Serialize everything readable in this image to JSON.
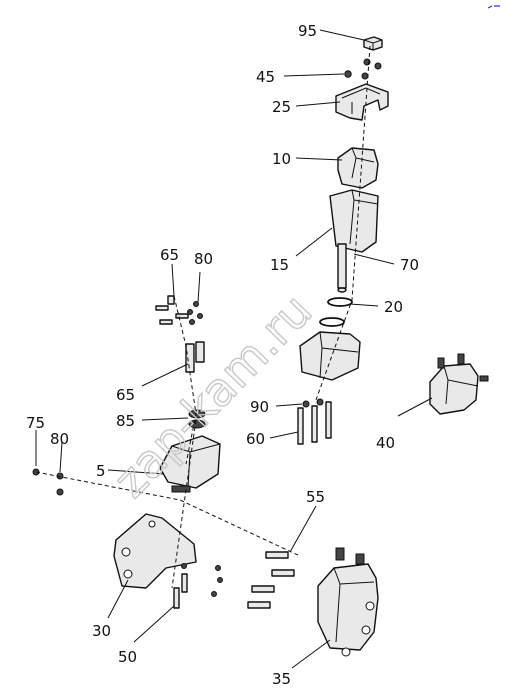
{
  "watermark": "zap-kam.ru",
  "parts": [
    {
      "id": "p95",
      "label": "95"
    },
    {
      "id": "p45",
      "label": "45"
    },
    {
      "id": "p25",
      "label": "25"
    },
    {
      "id": "p10",
      "label": "10"
    },
    {
      "id": "p15",
      "label": "15"
    },
    {
      "id": "p70",
      "label": "70"
    },
    {
      "id": "p20",
      "label": "20"
    },
    {
      "id": "p65a",
      "label": "65"
    },
    {
      "id": "p80a",
      "label": "80"
    },
    {
      "id": "p65b",
      "label": "65"
    },
    {
      "id": "p85",
      "label": "85"
    },
    {
      "id": "p90",
      "label": "90"
    },
    {
      "id": "p60",
      "label": "60"
    },
    {
      "id": "p40",
      "label": "40"
    },
    {
      "id": "p75",
      "label": "75"
    },
    {
      "id": "p80b",
      "label": "80"
    },
    {
      "id": "p5",
      "label": "5"
    },
    {
      "id": "p55",
      "label": "55"
    },
    {
      "id": "p30",
      "label": "30"
    },
    {
      "id": "p50",
      "label": "50"
    },
    {
      "id": "p35",
      "label": "35"
    }
  ]
}
